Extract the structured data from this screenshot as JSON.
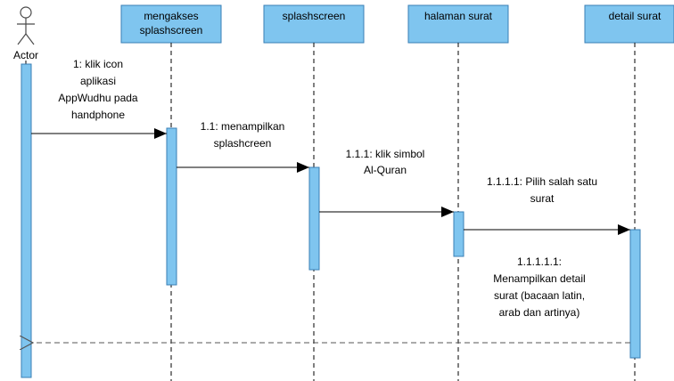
{
  "colors": {
    "lifeline_box": "#7fc5ef",
    "lifeline_box_border": "#3a7fb5",
    "activation": "#7fc5ef",
    "activation_border": "#3a7fb5",
    "actor_stroke": "#4a4a4a",
    "line": "#000000"
  },
  "actor": {
    "label": "Actor"
  },
  "lifelines": [
    {
      "id": "mengakses",
      "label_lines": [
        "mengakses",
        "splashscreen"
      ]
    },
    {
      "id": "splashscreen",
      "label_lines": [
        "splashscreen"
      ]
    },
    {
      "id": "halaman",
      "label_lines": [
        "halaman surat"
      ]
    },
    {
      "id": "detail",
      "label_lines": [
        "detail surat"
      ]
    }
  ],
  "messages": [
    {
      "id": "msg-1",
      "from": "actor",
      "to": "mengakses",
      "kind": "call",
      "label_lines": [
        "1: klik icon",
        "aplikasi",
        "AppWudhu pada",
        "handphone"
      ]
    },
    {
      "id": "msg-1-1",
      "from": "mengakses",
      "to": "splashscreen",
      "kind": "call",
      "label_lines": [
        "1.1: menampilkan",
        "splashcreen"
      ]
    },
    {
      "id": "msg-1-1-1",
      "from": "splashscreen",
      "to": "halaman",
      "kind": "call",
      "label_lines": [
        "1.1.1: klik simbol",
        "Al-Quran"
      ]
    },
    {
      "id": "msg-1-1-1-1",
      "from": "halaman",
      "to": "detail",
      "kind": "call",
      "label_lines": [
        "1.1.1.1: Pilih salah satu",
        "surat"
      ]
    },
    {
      "id": "msg-1-1-1-1-1",
      "from": "detail",
      "to": "actor",
      "kind": "return",
      "label_lines": [
        "1.1.1.1.1:",
        "Menampilkan detail",
        "surat (bacaan latin,",
        "arab dan artinya)"
      ]
    }
  ]
}
